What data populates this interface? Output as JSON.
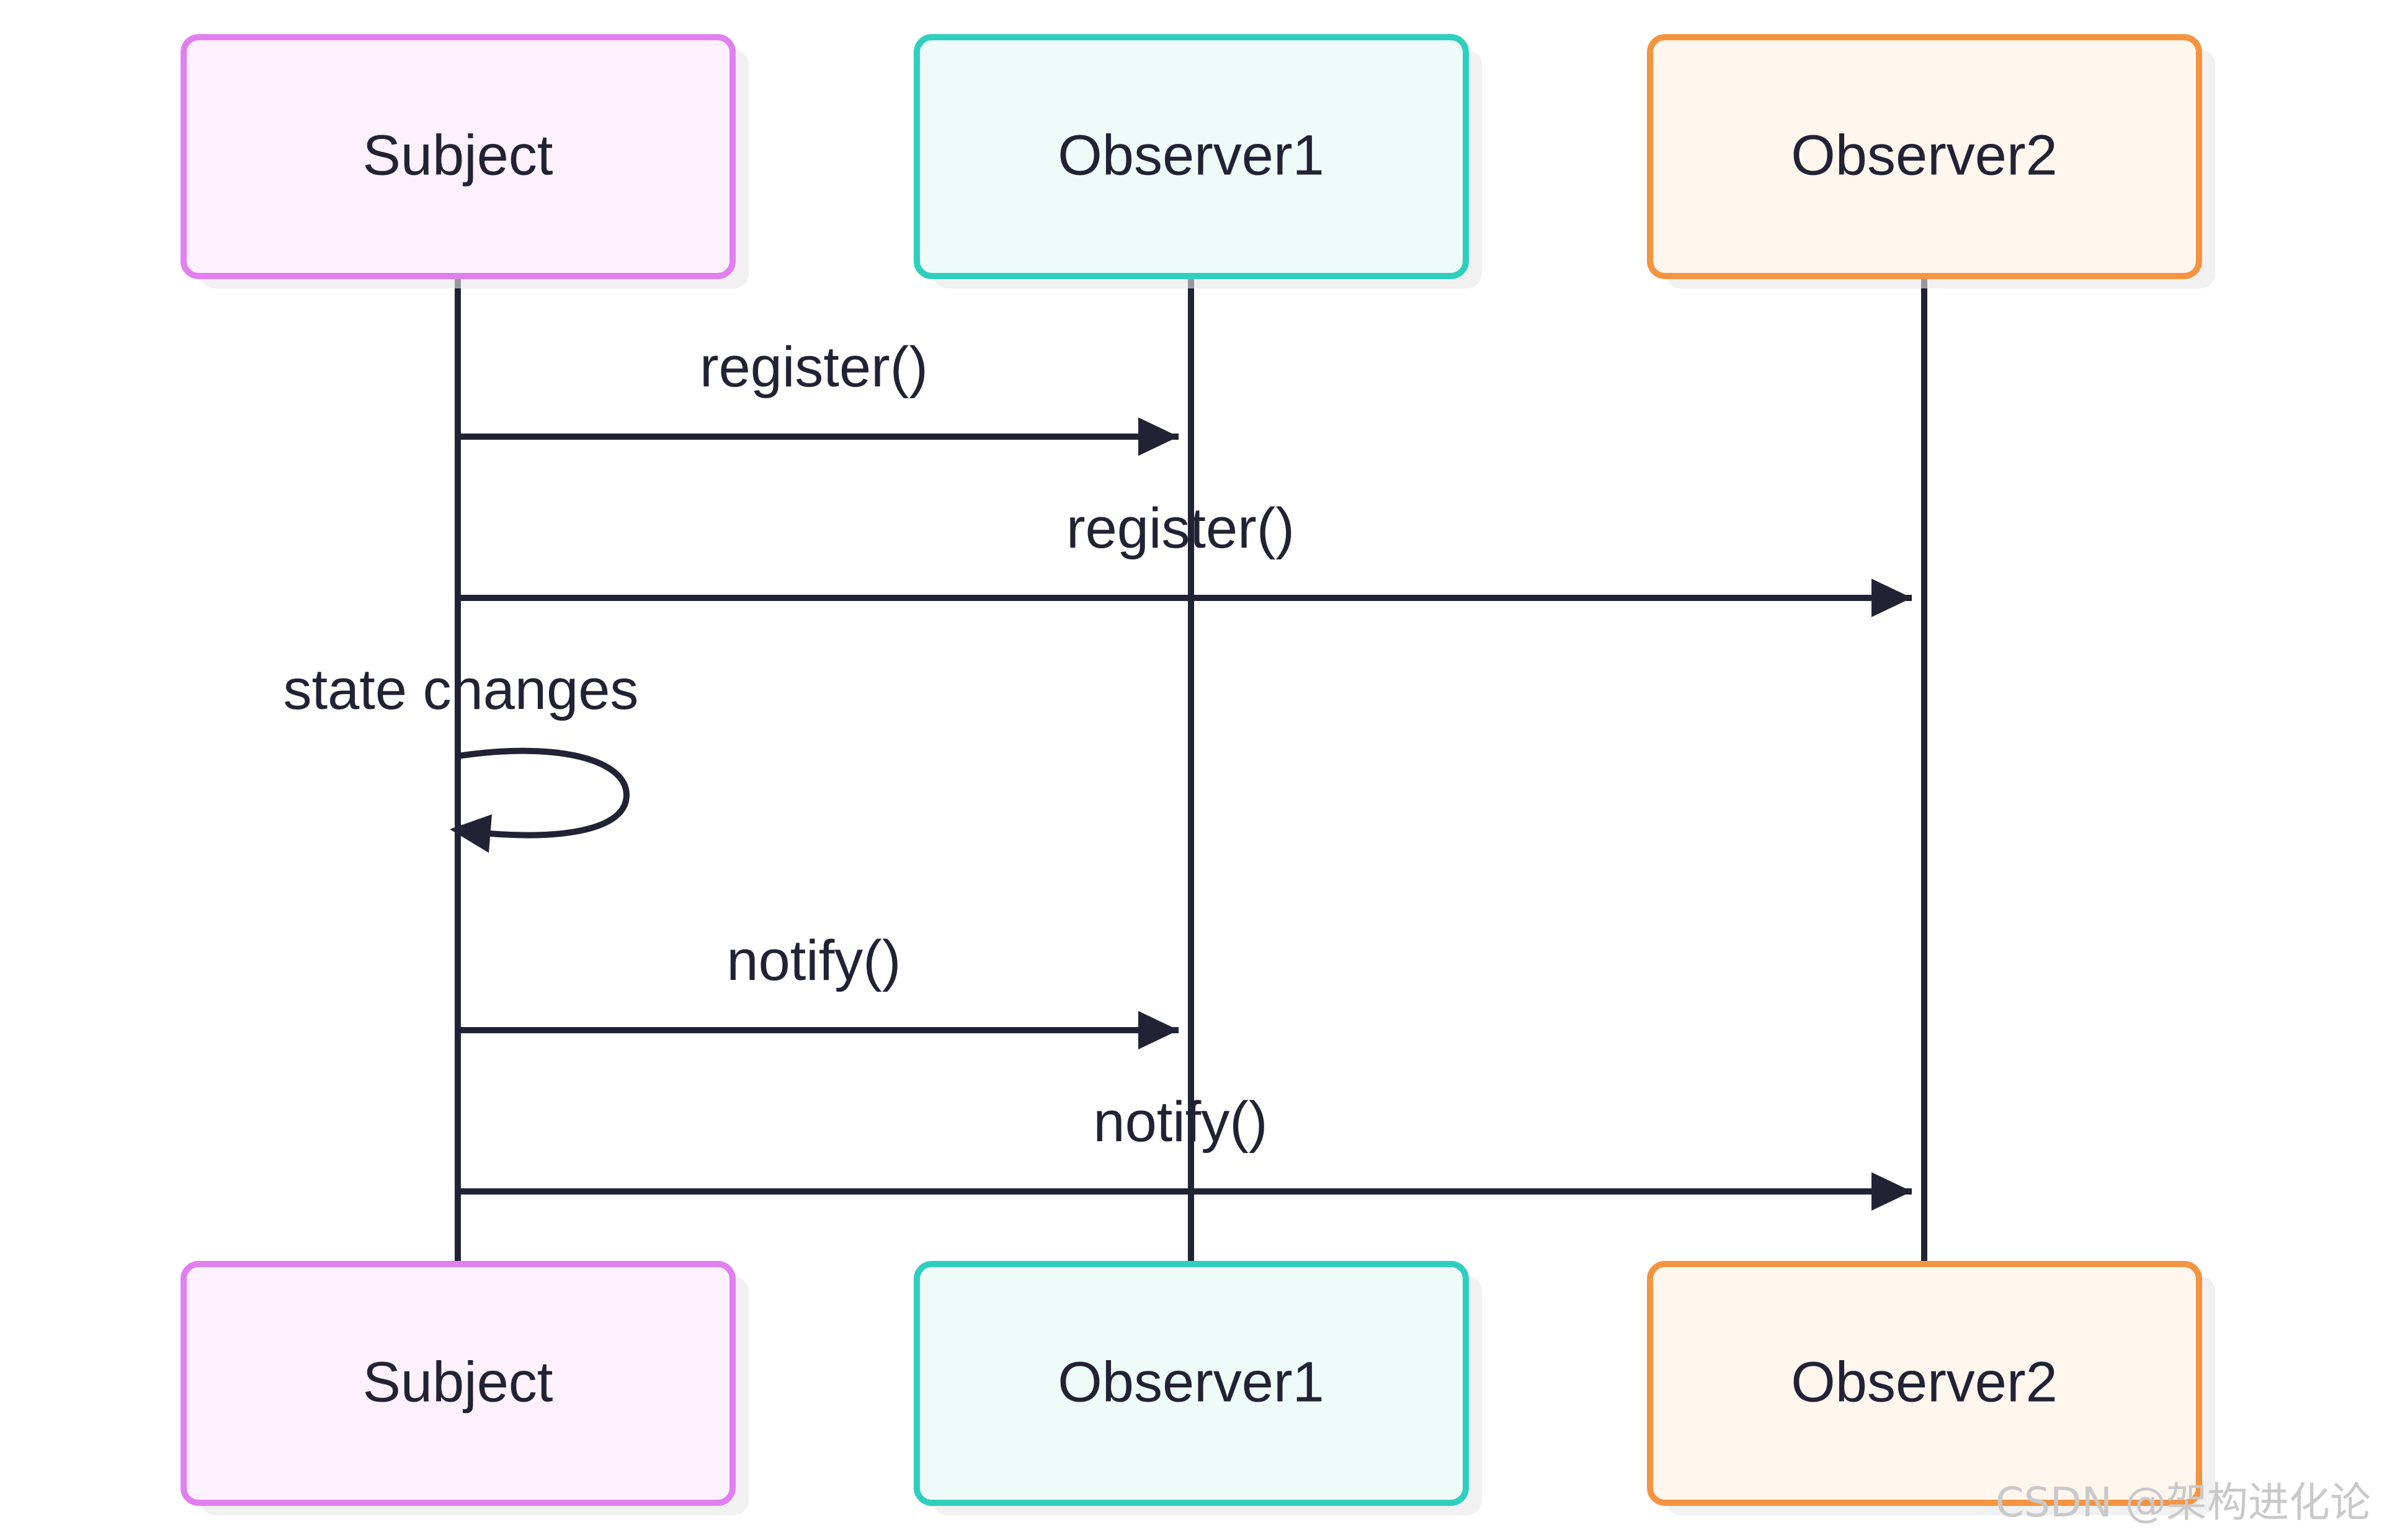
{
  "participants": [
    {
      "id": "subject",
      "label": "Subject",
      "border": "#e27ff0",
      "fill": "#fdf1fd"
    },
    {
      "id": "observer1",
      "label": "Observer1",
      "border": "#2fcfbf",
      "fill": "#effbf9"
    },
    {
      "id": "observer2",
      "label": "Observer2",
      "border": "#f59440",
      "fill": "#fff6ee"
    }
  ],
  "messages": [
    {
      "from": "subject",
      "to": "observer1",
      "label": "register()"
    },
    {
      "from": "subject",
      "to": "observer2",
      "label": "register()"
    },
    {
      "from": "subject",
      "to": "subject",
      "label": "state changes"
    },
    {
      "from": "subject",
      "to": "observer1",
      "label": "notify()"
    },
    {
      "from": "subject",
      "to": "observer2",
      "label": "notify()"
    }
  ],
  "line_color": "#222235",
  "watermark": "CSDN @架构进化论"
}
